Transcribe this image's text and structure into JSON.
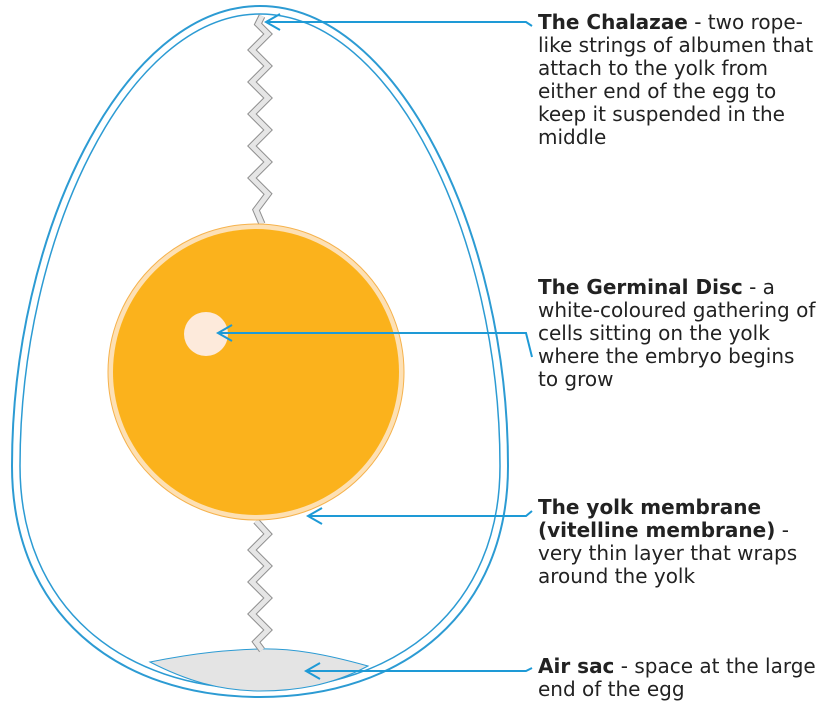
{
  "colors": {
    "shell_outline": "#2c9bd3",
    "pointer": "#1e9ad6",
    "yolk": "#fbb21c",
    "yolk_membrane": "#fde0b4",
    "germinal_disc": "#fdeadb",
    "air_sac": "#e4e4e4",
    "chalazae": "#e6e6e6"
  },
  "labels": [
    {
      "id": "chalazae",
      "title": "The Chalazae",
      "text": " - two rope-like strings of albumen that attach to the yolk from either end of the egg to keep it suspended in the middle"
    },
    {
      "id": "germinal_disc",
      "title": "The Germinal Disc",
      "text": " - a white-coloured gathering of cells sitting on the yolk where the embryo begins to grow"
    },
    {
      "id": "yolk_membrane",
      "title": "The yolk membrane (vitelline membrane)",
      "text": " - very thin layer that wraps around the yolk"
    },
    {
      "id": "air_sac",
      "title": "Air sac",
      "text": " - space at the large end of the egg"
    }
  ]
}
